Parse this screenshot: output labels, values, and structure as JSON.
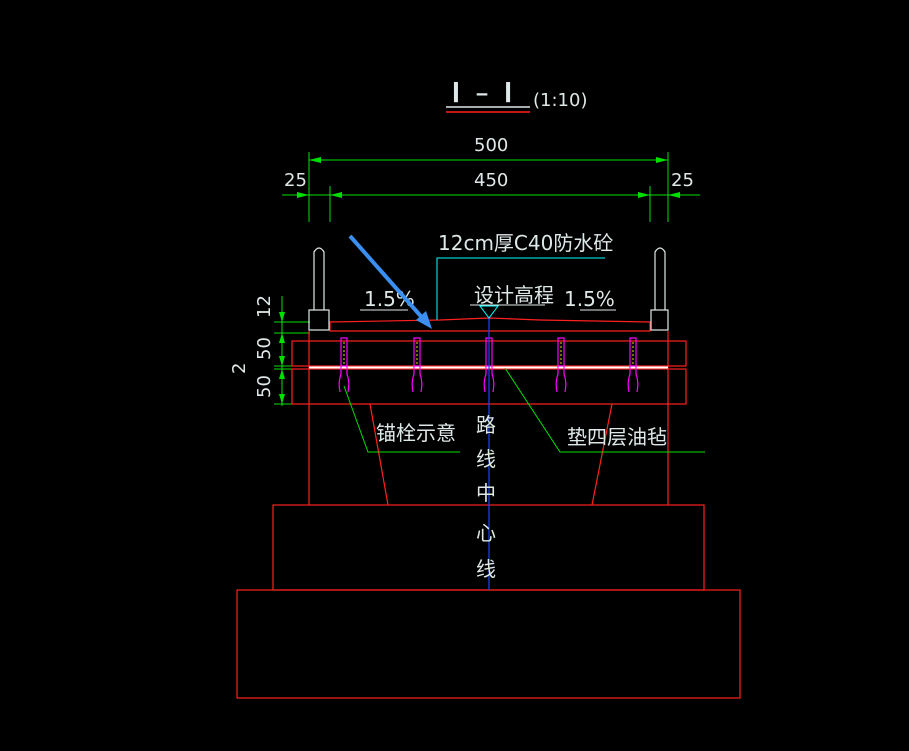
{
  "drawing": {
    "title_main": "I - I",
    "title_scale": "(1:10)",
    "dim_total": "500",
    "dim_inner": "450",
    "dim_left_edge": "25",
    "dim_right_edge": "25",
    "dim_v_12": "12",
    "dim_v_50_top": "50",
    "dim_v_2": "2",
    "dim_v_50_bottom": "50",
    "note_concrete": "12cm厚C40防水砼",
    "slope_left": "1.5%",
    "slope_right": "1.5%",
    "design_elevation": "设计高程",
    "label_anchor": "锚栓示意",
    "label_felt": "垫四层油毡",
    "centerline_chars": [
      "路",
      "线",
      "中",
      "心",
      "线"
    ]
  },
  "colors": {
    "background": "#000000",
    "structure": "#ff2020",
    "dimension": "#00e000",
    "text": "#dfe8e8",
    "leader": "#00ffff",
    "centerline": "#2040ff",
    "anchor": "#ff00ff",
    "anchor_inner": "#e0e000",
    "pointer": "#3a8ff0",
    "bearing": "#ffffff"
  }
}
